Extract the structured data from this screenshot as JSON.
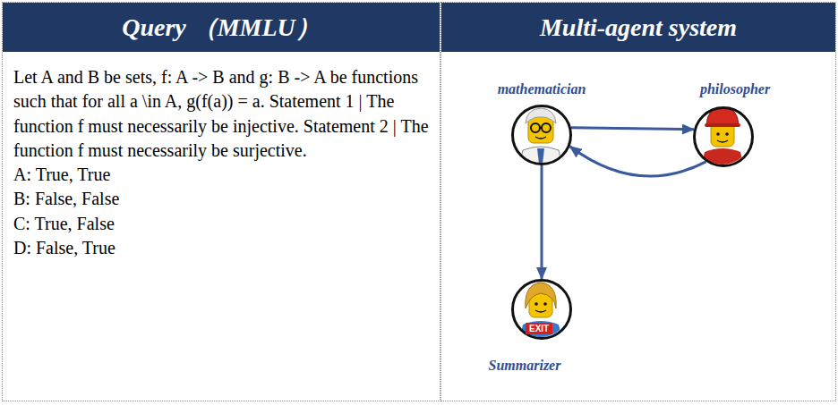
{
  "diagram": {
    "nodes": [
      {
        "text": [
          "Query （MMLU）",
          "Let A and B be sets, f: A -> B and g: B -> A be functions such that for all a \\in A, g(f(a)) = a. Statement 1 | The function f must necessarily be injective. Statement 2 | The function f must necessarily be surjective.",
          "A: True, True",
          "B: False, False",
          "C: True, False",
          "D: False, True"
        ]
      },
      {
        "text": [
          "Multi-agent system"
        ]
      },
      {
        "text": [
          "mathematician"
        ],
        "in": 1
      },
      {
        "text": [
          "philosopher"
        ],
        "in": 1
      },
      {
        "text": [
          "Summarizer"
        ],
        "in": 1
      }
    ],
    "edges": [
      {
        "from": 2,
        "to": 3,
        "arrow": "to"
      },
      {
        "from": 3,
        "to": 2,
        "arrow": "to"
      },
      {
        "from": 2,
        "to": 4,
        "arrow": "to"
      }
    ],
    "labels": [
      "EXIT"
    ]
  }
}
